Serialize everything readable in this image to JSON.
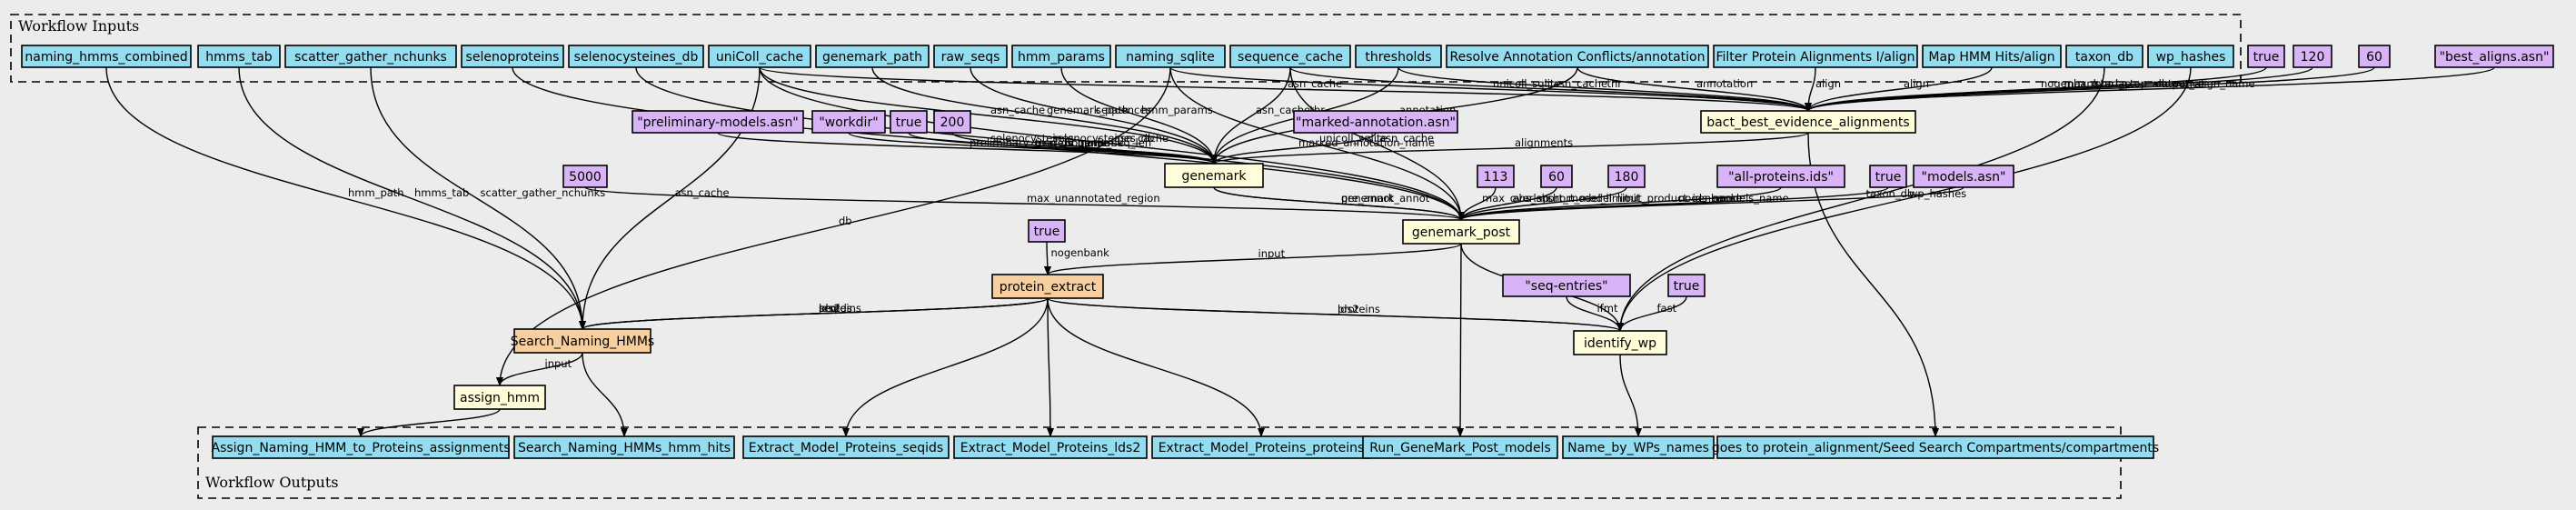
{
  "colors": {
    "background": "#ececec",
    "input": "#94dcef",
    "constant": "#d8b3f5",
    "task": "#fffcd9",
    "subworkflow": "#f7cf9f"
  },
  "clusters": {
    "inputs": {
      "label": "Workflow Inputs"
    },
    "outputs": {
      "label": "Workflow Outputs"
    }
  },
  "nodes": [
    {
      "id": "naming_hmms_combined",
      "label": "naming_hmms_combined",
      "kind": "input"
    },
    {
      "id": "hmms_tab",
      "label": "hmms_tab",
      "kind": "input"
    },
    {
      "id": "scatter_gather_nchunks",
      "label": "scatter_gather_nchunks",
      "kind": "input"
    },
    {
      "id": "selenoproteins",
      "label": "selenoproteins",
      "kind": "input"
    },
    {
      "id": "selenocysteines_db",
      "label": "selenocysteines_db",
      "kind": "input"
    },
    {
      "id": "uniColl_cache",
      "label": "uniColl_cache",
      "kind": "input"
    },
    {
      "id": "genemark_path",
      "label": "genemark_path",
      "kind": "input"
    },
    {
      "id": "raw_seqs",
      "label": "raw_seqs",
      "kind": "input"
    },
    {
      "id": "hmm_params",
      "label": "hmm_params",
      "kind": "input"
    },
    {
      "id": "naming_sqlite",
      "label": "naming_sqlite",
      "kind": "input"
    },
    {
      "id": "sequence_cache",
      "label": "sequence_cache",
      "kind": "input"
    },
    {
      "id": "thresholds",
      "label": "thresholds",
      "kind": "input"
    },
    {
      "id": "resolve_annot",
      "label": "Resolve Annotation Conflicts/annotation",
      "kind": "input"
    },
    {
      "id": "filter_prot",
      "label": "Filter Protein Alignments I/align",
      "kind": "input"
    },
    {
      "id": "map_hmm",
      "label": "Map HMM Hits/align",
      "kind": "input"
    },
    {
      "id": "taxon_db",
      "label": "taxon_db",
      "kind": "input"
    },
    {
      "id": "wp_hashes",
      "label": "wp_hashes",
      "kind": "input"
    },
    {
      "id": "c_true_1",
      "label": "true",
      "kind": "constant"
    },
    {
      "id": "c_120",
      "label": "120",
      "kind": "constant"
    },
    {
      "id": "c_60_a",
      "label": "60",
      "kind": "constant"
    },
    {
      "id": "c_best_aligns",
      "label": "\"best_aligns.asn\"",
      "kind": "constant"
    },
    {
      "id": "c_prelim",
      "label": "\"preliminary-models.asn\"",
      "kind": "constant"
    },
    {
      "id": "c_workdir",
      "label": "\"workdir\"",
      "kind": "constant"
    },
    {
      "id": "c_true_2",
      "label": "true",
      "kind": "constant"
    },
    {
      "id": "c_200",
      "label": "200",
      "kind": "constant"
    },
    {
      "id": "c_marked",
      "label": "\"marked-annotation.asn\"",
      "kind": "constant"
    },
    {
      "id": "c_5000",
      "label": "5000",
      "kind": "constant"
    },
    {
      "id": "c_113",
      "label": "113",
      "kind": "constant"
    },
    {
      "id": "c_60_b",
      "label": "60",
      "kind": "constant"
    },
    {
      "id": "c_180",
      "label": "180",
      "kind": "constant"
    },
    {
      "id": "c_allprot",
      "label": "\"all-proteins.ids\"",
      "kind": "constant"
    },
    {
      "id": "c_true_3",
      "label": "true",
      "kind": "constant"
    },
    {
      "id": "c_models",
      "label": "\"models.asn\"",
      "kind": "constant"
    },
    {
      "id": "c_true_4",
      "label": "true",
      "kind": "constant"
    },
    {
      "id": "c_seqentries",
      "label": "\"seq-entries\"",
      "kind": "constant"
    },
    {
      "id": "c_true_5",
      "label": "true",
      "kind": "constant"
    },
    {
      "id": "bact_best",
      "label": "bact_best_evidence_alignments",
      "kind": "task"
    },
    {
      "id": "genemark",
      "label": "genemark",
      "kind": "task"
    },
    {
      "id": "genemark_post",
      "label": "genemark_post",
      "kind": "task"
    },
    {
      "id": "protein_extract",
      "label": "protein_extract",
      "kind": "subworkflow"
    },
    {
      "id": "search_naming",
      "label": "Search_Naming_HMMs",
      "kind": "subworkflow"
    },
    {
      "id": "assign_hmm",
      "label": "assign_hmm",
      "kind": "task"
    },
    {
      "id": "identify_wp",
      "label": "identify_wp",
      "kind": "task"
    },
    {
      "id": "o_assign",
      "label": "Assign_Naming_HMM_to_Proteins_assignments",
      "kind": "input"
    },
    {
      "id": "o_search_hits",
      "label": "Search_Naming_HMMs_hmm_hits",
      "kind": "input"
    },
    {
      "id": "o_seqids",
      "label": "Extract_Model_Proteins_seqids",
      "kind": "input"
    },
    {
      "id": "o_lds2",
      "label": "Extract_Model_Proteins_lds2",
      "kind": "input"
    },
    {
      "id": "o_proteins",
      "label": "Extract_Model_Proteins_proteins",
      "kind": "input"
    },
    {
      "id": "o_run_gm",
      "label": "Run_GeneMark_Post_models",
      "kind": "input"
    },
    {
      "id": "o_name_wp",
      "label": "Name_by_WPs_names",
      "kind": "input"
    },
    {
      "id": "o_goes",
      "label": "goes to protein_alignment/Seed Search Compartments/compartments",
      "kind": "input"
    }
  ],
  "edges": [
    {
      "from": "naming_hmms_combined",
      "to": "search_naming",
      "label": "hmm_path"
    },
    {
      "from": "hmms_tab",
      "to": "search_naming",
      "label": "hmms_tab"
    },
    {
      "from": "scatter_gather_nchunks",
      "to": "search_naming",
      "label": "scatter_gather_nchunks"
    },
    {
      "from": "selenoproteins",
      "to": "genemark_post",
      "label": "selenocysteines"
    },
    {
      "from": "selenocysteines_db",
      "to": "genemark_post",
      "label": "selenocysteines_db"
    },
    {
      "from": "uniColl_cache",
      "to": "search_naming",
      "label": "asn_cache"
    },
    {
      "from": "uniColl_cache",
      "to": "genemark",
      "label": "asn_cache"
    },
    {
      "from": "uniColl_cache",
      "to": "bact_best",
      "label": "asn_cache"
    },
    {
      "from": "uniColl_cache",
      "to": "genemark_post",
      "label": "asn_cache"
    },
    {
      "from": "genemark_path",
      "to": "genemark",
      "label": "genemark_path"
    },
    {
      "from": "raw_seqs",
      "to": "genemark",
      "label": "sequences"
    },
    {
      "from": "hmm_params",
      "to": "genemark",
      "label": "hmm_params"
    },
    {
      "from": "naming_sqlite",
      "to": "assign_hmm",
      "label": "db"
    },
    {
      "from": "naming_sqlite",
      "to": "bact_best",
      "label": "unicoll_sqlite"
    },
    {
      "from": "naming_sqlite",
      "to": "genemark_post",
      "label": "unicoll_sqlite"
    },
    {
      "from": "sequence_cache",
      "to": "genemark",
      "label": "asn_cache"
    },
    {
      "from": "sequence_cache",
      "to": "bact_best",
      "label": "asn_cache"
    },
    {
      "from": "sequence_cache",
      "to": "genemark_post",
      "label": "asn_cache"
    },
    {
      "from": "thresholds",
      "to": "genemark",
      "label": "thr"
    },
    {
      "from": "thresholds",
      "to": "bact_best",
      "label": "thr"
    },
    {
      "from": "resolve_annot",
      "to": "genemark",
      "label": "annotation"
    },
    {
      "from": "resolve_annot",
      "to": "bact_best",
      "label": "annotation"
    },
    {
      "from": "filter_prot",
      "to": "bact_best",
      "label": "align"
    },
    {
      "from": "map_hmm",
      "to": "bact_best",
      "label": "align"
    },
    {
      "from": "taxon_db",
      "to": "identify_wp",
      "label": "taxon_db"
    },
    {
      "from": "wp_hashes",
      "to": "identify_wp",
      "label": "wp_hashes"
    },
    {
      "from": "c_true_1",
      "to": "bact_best",
      "label": "nogenbank"
    },
    {
      "from": "c_120",
      "to": "bact_best",
      "label": "max_overlap"
    },
    {
      "from": "c_60_a",
      "to": "bact_best",
      "label": "start_stop_allowance"
    },
    {
      "from": "c_best_aligns",
      "to": "bact_best",
      "label": "output_align_name"
    },
    {
      "from": "c_prelim",
      "to": "genemark",
      "label": "preliminary_models_name"
    },
    {
      "from": "c_workdir",
      "to": "genemark",
      "label": "tmp_dir_name"
    },
    {
      "from": "c_true_2",
      "to": "genemark",
      "label": "nogenbank"
    },
    {
      "from": "c_200",
      "to": "genemark",
      "label": "min_seq_len"
    },
    {
      "from": "c_marked",
      "to": "genemark",
      "label": "marked_annotation_name"
    },
    {
      "from": "bact_best",
      "to": "genemark",
      "label": "alignments"
    },
    {
      "from": "bact_best",
      "to": "o_goes",
      "label": ""
    },
    {
      "from": "c_5000",
      "to": "genemark_post",
      "label": "max_unannotated_region"
    },
    {
      "from": "c_113",
      "to": "genemark_post",
      "label": "max_overlap"
    },
    {
      "from": "c_60_b",
      "to": "genemark_post",
      "label": "abs_short_model_limit"
    },
    {
      "from": "c_180",
      "to": "genemark_post",
      "label": "short_model_limit"
    },
    {
      "from": "c_allprot",
      "to": "genemark_post",
      "label": "out_product_ids_name"
    },
    {
      "from": "c_true_3",
      "to": "genemark_post",
      "label": "nogenbank"
    },
    {
      "from": "c_models",
      "to": "genemark_post",
      "label": "models_name"
    },
    {
      "from": "genemark",
      "to": "genemark_post",
      "label": "genemark_annot"
    },
    {
      "from": "genemark",
      "to": "genemark_post",
      "label": "pre_annot"
    },
    {
      "from": "c_true_4",
      "to": "protein_extract",
      "label": "nogenbank"
    },
    {
      "from": "genemark_post",
      "to": "protein_extract",
      "label": "input"
    },
    {
      "from": "genemark_post",
      "to": "identify_wp",
      "label": "sequences"
    },
    {
      "from": "genemark_post",
      "to": "o_run_gm",
      "label": ""
    },
    {
      "from": "c_seqentries",
      "to": "identify_wp",
      "label": "ifmt"
    },
    {
      "from": "c_true_5",
      "to": "identify_wp",
      "label": "fast"
    },
    {
      "from": "protein_extract",
      "to": "search_naming",
      "label": "lds2"
    },
    {
      "from": "protein_extract",
      "to": "search_naming",
      "label": "seqids"
    },
    {
      "from": "protein_extract",
      "to": "search_naming",
      "label": "proteins"
    },
    {
      "from": "protein_extract",
      "to": "identify_wp",
      "label": "proteins"
    },
    {
      "from": "protein_extract",
      "to": "identify_wp",
      "label": "lds2"
    },
    {
      "from": "protein_extract",
      "to": "o_seqids",
      "label": ""
    },
    {
      "from": "protein_extract",
      "to": "o_lds2",
      "label": ""
    },
    {
      "from": "protein_extract",
      "to": "o_proteins",
      "label": ""
    },
    {
      "from": "search_naming",
      "to": "assign_hmm",
      "label": "input"
    },
    {
      "from": "search_naming",
      "to": "o_search_hits",
      "label": ""
    },
    {
      "from": "assign_hmm",
      "to": "o_assign",
      "label": ""
    },
    {
      "from": "identify_wp",
      "to": "o_name_wp",
      "label": ""
    }
  ]
}
